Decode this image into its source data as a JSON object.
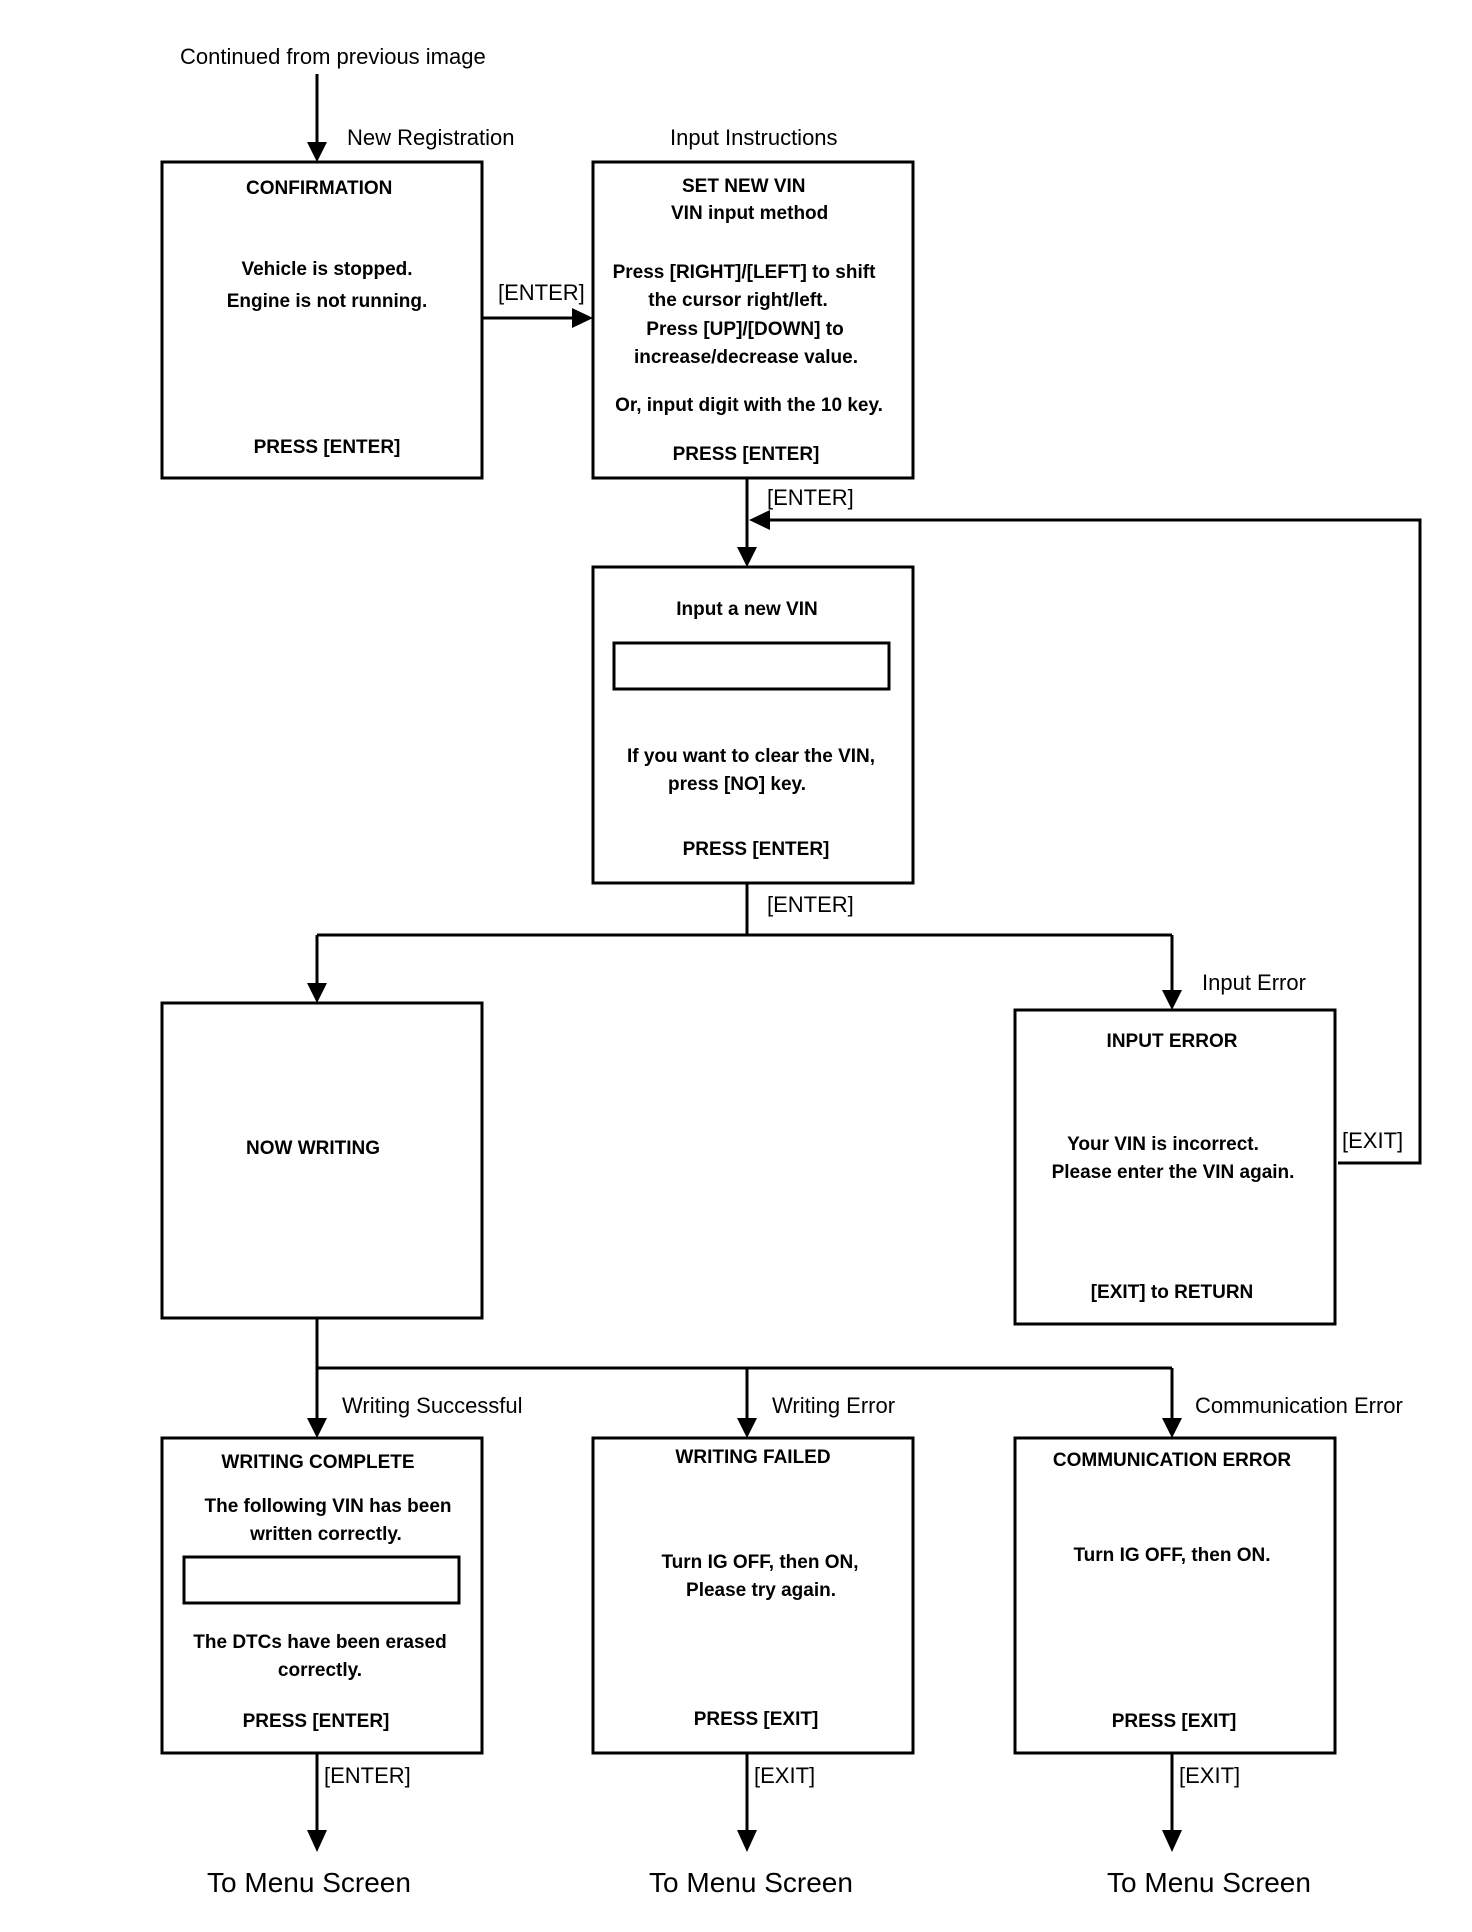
{
  "labels": {
    "continued": "Continued from previous image",
    "new_registration": "New Registration",
    "input_instructions": "Input Instructions",
    "enter_1": "[ENTER]",
    "enter_2": "[ENTER]",
    "enter_3": "[ENTER]",
    "enter_4": "[ENTER]",
    "exit_loop": "[EXIT]",
    "exit_failed": "[EXIT]",
    "exit_comm": "[EXIT]",
    "input_error": "Input Error",
    "writing_successful": "Writing Successful",
    "writing_error": "Writing Error",
    "communication_error": "Communication Error"
  },
  "screens": {
    "confirmation": {
      "title": "CONFIRMATION",
      "line1": "Vehicle is stopped.",
      "line2": "Engine is not running.",
      "footer": "PRESS [ENTER]"
    },
    "set_vin": {
      "title": "SET NEW VIN",
      "subtitle": "VIN input method",
      "line1": "Press [RIGHT]/[LEFT] to shift",
      "line2": "the cursor right/left.",
      "line3": "Press [UP]/[DOWN] to",
      "line4": "increase/decrease value.",
      "line5": "Or, input digit with the 10 key.",
      "footer": "PRESS [ENTER]"
    },
    "input_vin": {
      "title": "Input a new VIN",
      "line1": "If you want to clear the VIN,",
      "line2": "press [NO] key.",
      "footer": "PRESS [ENTER]"
    },
    "now_writing": {
      "title": "NOW WRITING"
    },
    "input_error": {
      "title": "INPUT ERROR",
      "line1": "Your VIN is incorrect.",
      "line2": "Please enter the VIN again.",
      "footer": "[EXIT] to RETURN"
    },
    "writing_complete": {
      "title": "WRITING COMPLETE",
      "line1": "The following VIN has been",
      "line2": "written correctly.",
      "line3": "The DTCs have been erased",
      "line4": "correctly.",
      "footer": "PRESS [ENTER]"
    },
    "writing_failed": {
      "title": "WRITING FAILED",
      "line1": "Turn IG OFF, then ON,",
      "line2": "Please try again.",
      "footer": "PRESS [EXIT]"
    },
    "communication_error": {
      "title": "COMMUNICATION ERROR",
      "line1": "Turn IG OFF, then ON.",
      "footer": "PRESS [EXIT]"
    }
  },
  "destinations": {
    "menu_1": "To Menu Screen",
    "menu_2": "To Menu Screen",
    "menu_3": "To Menu Screen"
  }
}
